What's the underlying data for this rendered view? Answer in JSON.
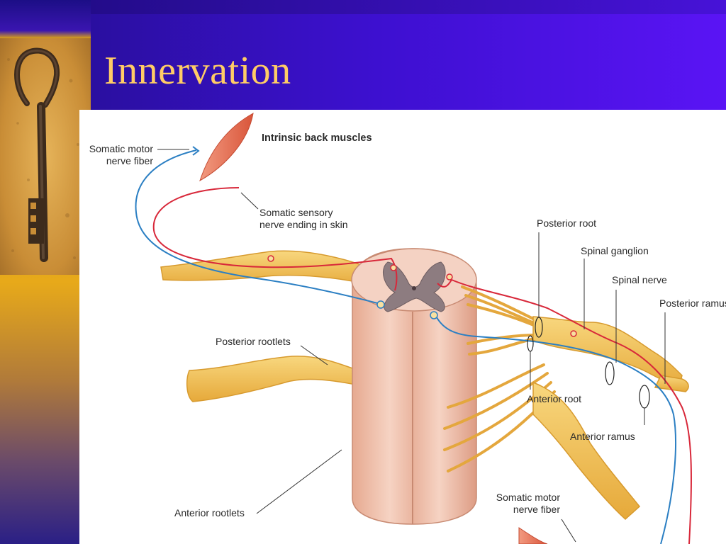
{
  "slide": {
    "title": "Innervation"
  },
  "diagram": {
    "labels": {
      "intrinsic_back_muscles": "Intrinsic back muscles",
      "somatic_motor_top_1": "Somatic motor",
      "somatic_motor_top_2": "nerve fiber",
      "somatic_sensory_1": "Somatic sensory",
      "somatic_sensory_2": "nerve ending in skin",
      "posterior_root": "Posterior root",
      "spinal_ganglion": "Spinal ganglion",
      "spinal_nerve": "Spinal nerve",
      "posterior_ramus": "Posterior ramus",
      "posterior_rootlets": "Posterior rootlets",
      "anterior_root": "Anterior root",
      "anterior_ramus": "Anterior ramus",
      "somatic_motor_bottom_1": "Somatic motor",
      "somatic_motor_bottom_2": "nerve fiber",
      "anterior_rootlets": "Anterior rootlets"
    },
    "colors": {
      "nerve": "#f2c25a",
      "nerve_outline": "#d79a2e",
      "cord": "#f3c9b8",
      "grey_matter": "#8d7c80",
      "motor_fiber": "#2b7fc3",
      "sensory_fiber": "#d8283a",
      "muscle": "#e8775c"
    }
  },
  "decor": {
    "key_photo": "key-photo",
    "title_color": "#ffcc66",
    "header_color": "#3d10d0"
  }
}
